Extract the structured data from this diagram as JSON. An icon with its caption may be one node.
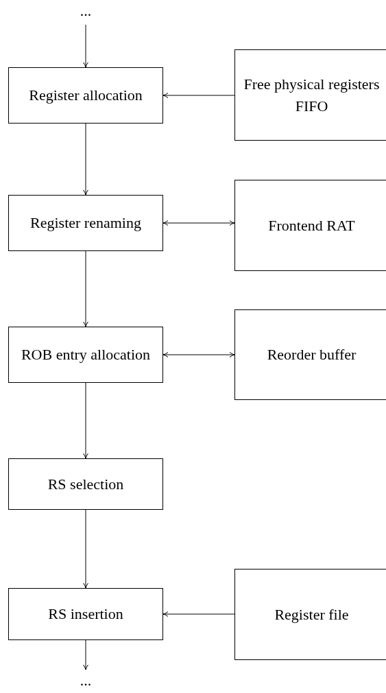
{
  "diagram": {
    "nodes": [
      {
        "text": [
          "..."
        ]
      },
      {
        "text": [
          "Register allocation"
        ]
      },
      {
        "text": [
          "Free physical registers FIFO"
        ]
      },
      {
        "text": [
          "Register renaming"
        ]
      },
      {
        "text": [
          "Frontend RAT"
        ]
      },
      {
        "text": [
          "ROB entry allocation"
        ]
      },
      {
        "text": [
          "Reorder buffer"
        ]
      },
      {
        "text": [
          "RS selection"
        ]
      },
      {
        "text": [
          "RS insertion"
        ]
      },
      {
        "text": [
          "Register file"
        ]
      },
      {
        "text": [
          "..."
        ]
      }
    ],
    "edges": [
      {
        "from": 0,
        "to": 1,
        "arrow": "to"
      },
      {
        "from": 2,
        "to": 1,
        "arrow": "to"
      },
      {
        "from": 1,
        "to": 3,
        "arrow": "to"
      },
      {
        "from": 3,
        "to": 4,
        "arrow": "both"
      },
      {
        "from": 3,
        "to": 5,
        "arrow": "to"
      },
      {
        "from": 5,
        "to": 6,
        "arrow": "both"
      },
      {
        "from": 5,
        "to": 7,
        "arrow": "to"
      },
      {
        "from": 7,
        "to": 8,
        "arrow": "to"
      },
      {
        "from": 9,
        "to": 8,
        "arrow": "to"
      },
      {
        "from": 8,
        "to": 10,
        "arrow": "to"
      }
    ]
  }
}
